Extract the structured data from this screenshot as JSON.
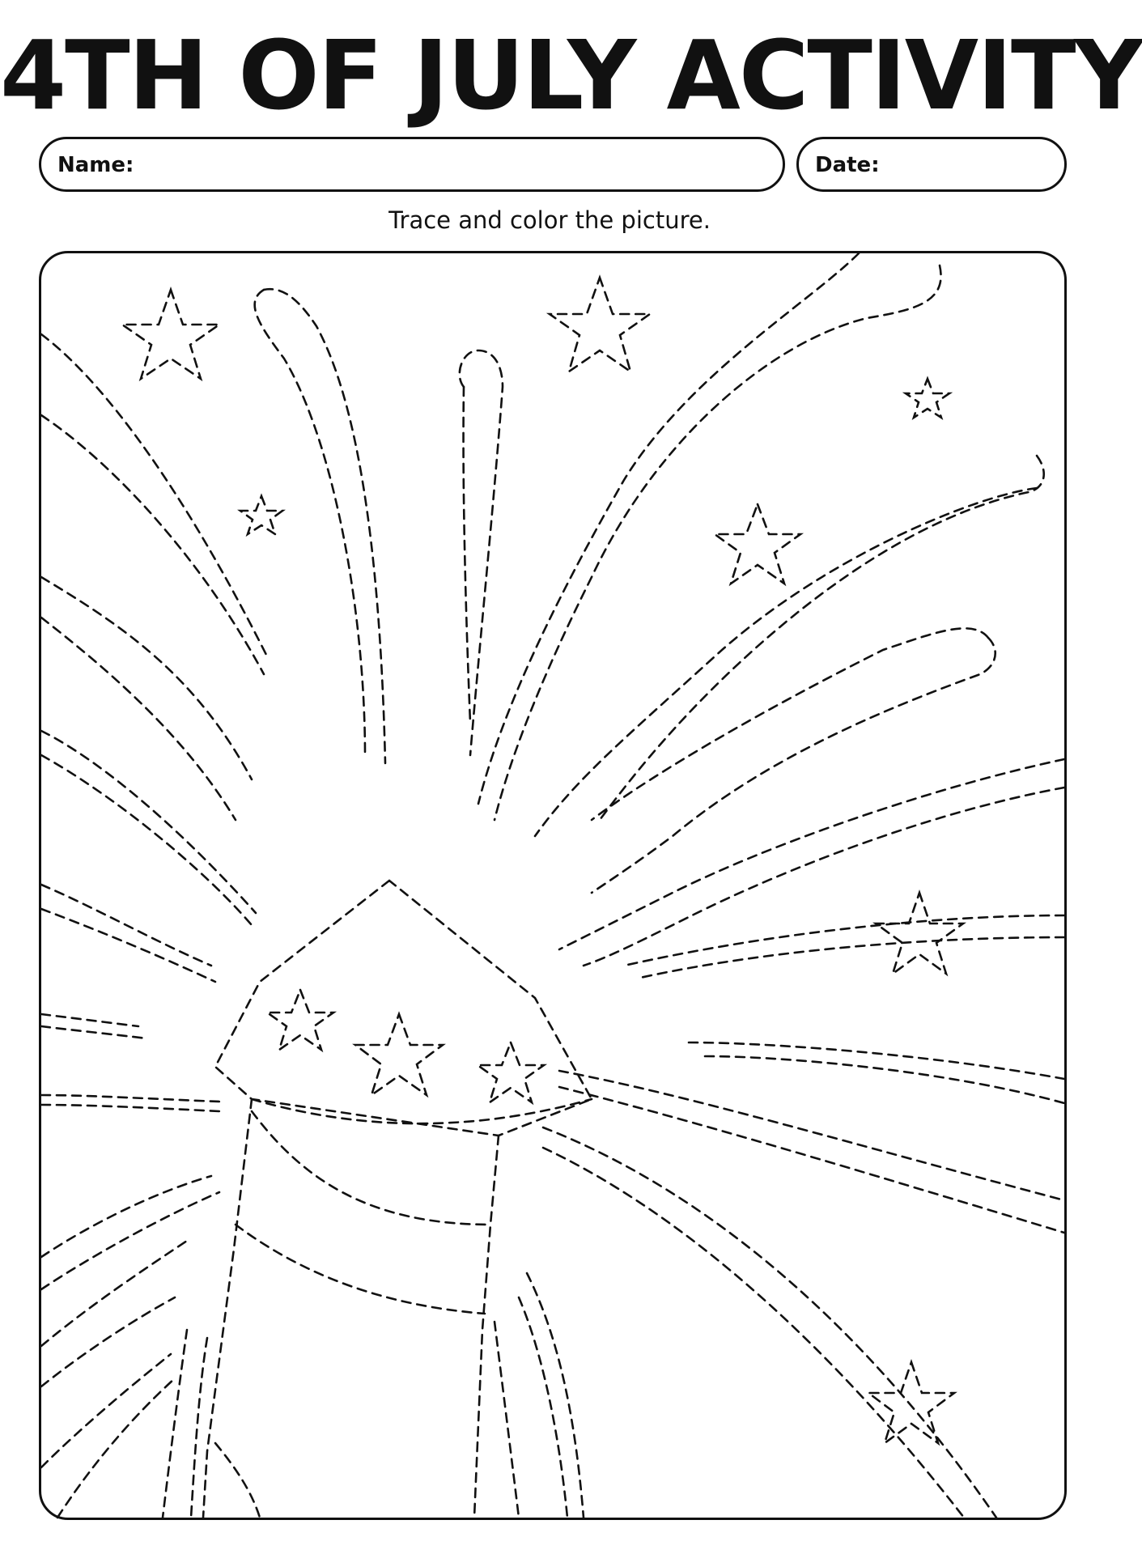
{
  "worksheet": {
    "title": "4TH OF JULY ACTIVITY",
    "name_label": "Name:",
    "date_label": "Date:",
    "instruction": "Trace and color the picture."
  },
  "illustration": {
    "subject-icon": "firework-rocket-icon",
    "star-icon": "star-outline-icon",
    "line_style": "dashed",
    "stroke_color": "#111111",
    "background_color": "#ffffff"
  }
}
